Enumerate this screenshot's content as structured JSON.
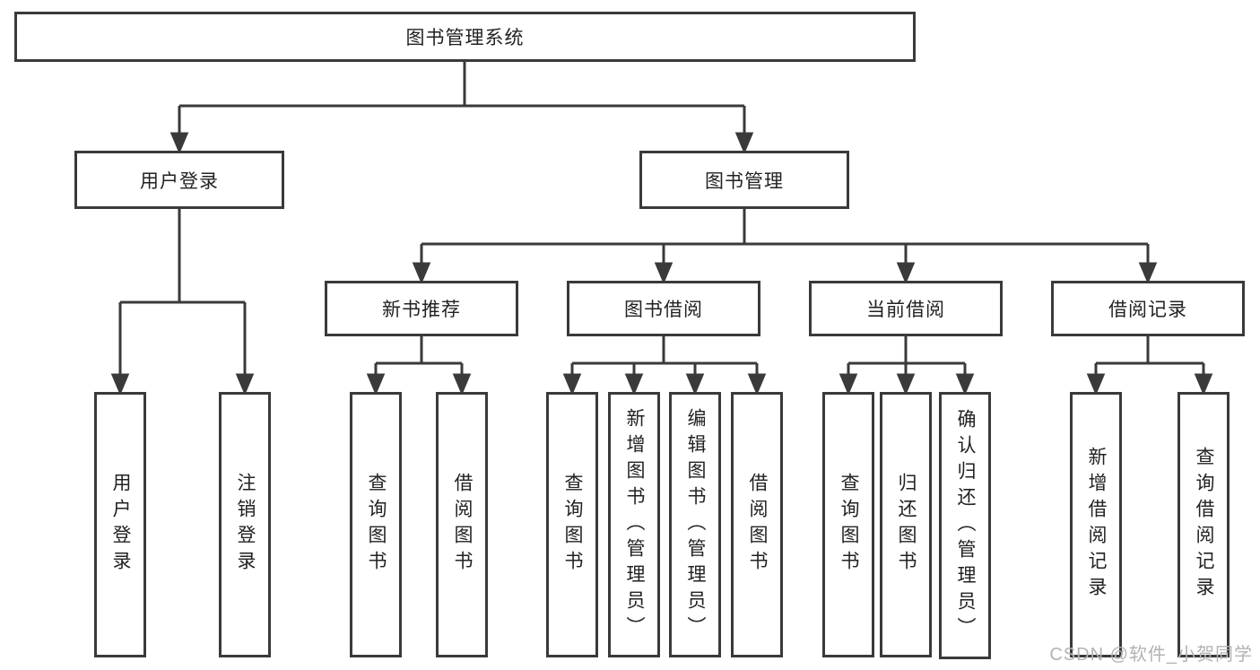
{
  "diagram": {
    "type": "hierarchy-tree",
    "root": {
      "label": "图书管理系统"
    },
    "branches": [
      {
        "label": "用户登录",
        "children": [
          {
            "label": "用户登录"
          },
          {
            "label": "注销登录"
          }
        ]
      },
      {
        "label": "图书管理",
        "children": [
          {
            "label": "新书推荐",
            "children": [
              {
                "label": "查询图书"
              },
              {
                "label": "借阅图书"
              }
            ]
          },
          {
            "label": "图书借阅",
            "children": [
              {
                "label": "查询图书"
              },
              {
                "label": "新增图书（管理员）"
              },
              {
                "label": "编辑图书（管理员）"
              },
              {
                "label": "借阅图书"
              }
            ]
          },
          {
            "label": "当前借阅",
            "children": [
              {
                "label": "查询图书"
              },
              {
                "label": "归还图书"
              },
              {
                "label": "确认归还（管理员）"
              }
            ]
          },
          {
            "label": "借阅记录",
            "children": [
              {
                "label": "新增借阅记录"
              },
              {
                "label": "查询借阅记录"
              }
            ]
          }
        ]
      }
    ],
    "colors": {
      "line": "#3a3a3a",
      "box_border": "#3a3a3a",
      "box_fill": "#ffffff",
      "text": "#222222",
      "watermark": "#b3b3b3"
    }
  },
  "watermark": {
    "text": "CSDN @软件_小贺同学"
  }
}
